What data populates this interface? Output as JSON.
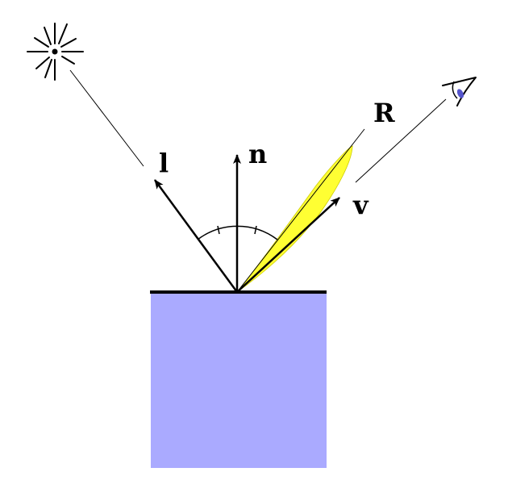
{
  "labels": {
    "light": "l",
    "normal": "n",
    "reflection": "R",
    "view": "v"
  },
  "icons": {
    "light_source": "sun-icon",
    "viewer": "eye-icon"
  },
  "colors": {
    "surface_fill": "#aaaaff",
    "surface_edge": "#000000",
    "specular_lobe": "#ffff33",
    "lines": "#000000",
    "eye_iris": "#5555cc"
  }
}
